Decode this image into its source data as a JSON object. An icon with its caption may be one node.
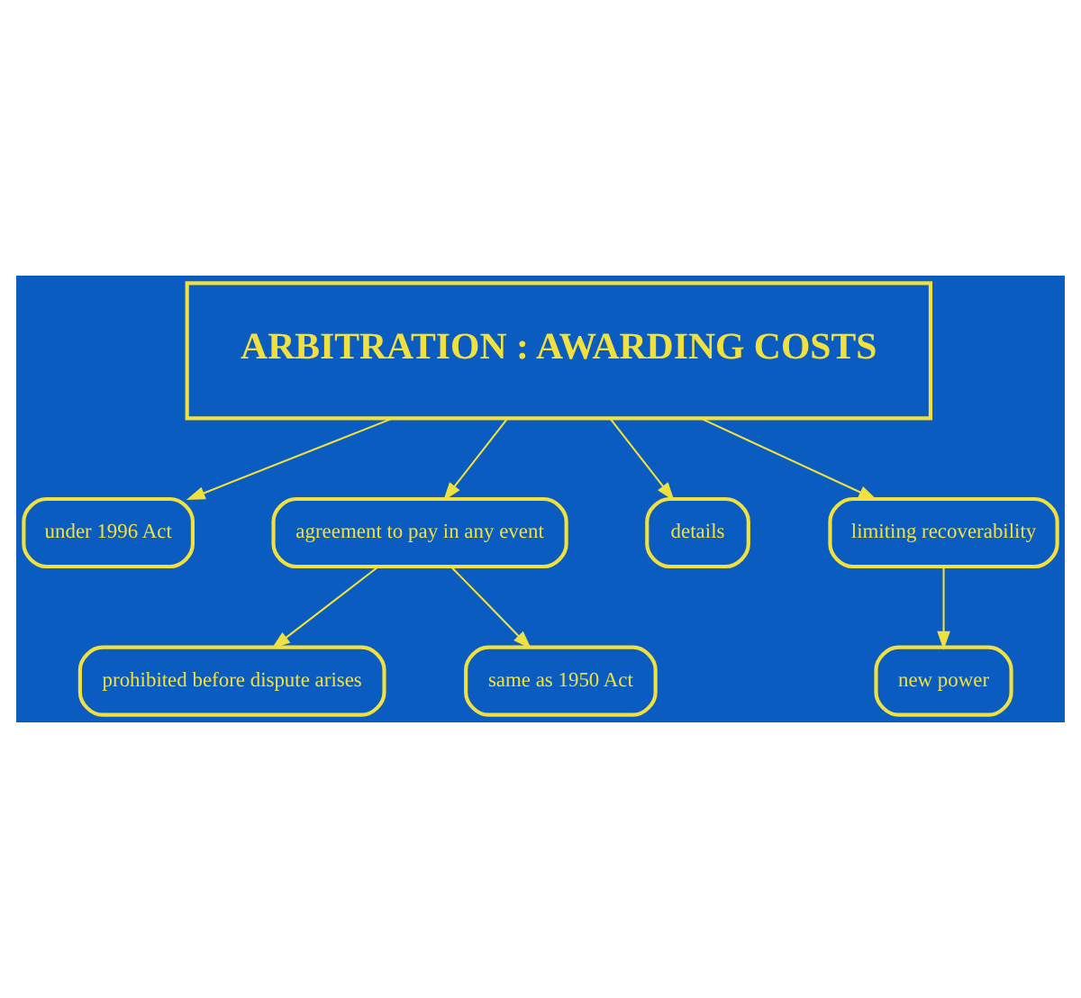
{
  "diagram": {
    "nodes": [
      {
        "text": [
          "ARBITRATION : AWARDING COSTS"
        ]
      },
      {
        "text": [
          "under 1996 Act"
        ]
      },
      {
        "text": [
          "agreement to pay in any event"
        ]
      },
      {
        "text": [
          "prohibited before dispute arises"
        ]
      },
      {
        "text": [
          "same as 1950 Act"
        ]
      },
      {
        "text": [
          "details"
        ]
      },
      {
        "text": [
          "limiting recoverability"
        ]
      },
      {
        "text": [
          "new power"
        ]
      }
    ],
    "edges": [
      {
        "from": 0,
        "to": 1,
        "arrow": "to"
      },
      {
        "from": 0,
        "to": 2,
        "arrow": "to"
      },
      {
        "from": 2,
        "to": 3,
        "arrow": "to"
      },
      {
        "from": 2,
        "to": 4,
        "arrow": "to"
      },
      {
        "from": 0,
        "to": 5,
        "arrow": "to"
      },
      {
        "from": 0,
        "to": 6,
        "arrow": "to"
      },
      {
        "from": 6,
        "to": 7,
        "arrow": "to"
      }
    ]
  }
}
